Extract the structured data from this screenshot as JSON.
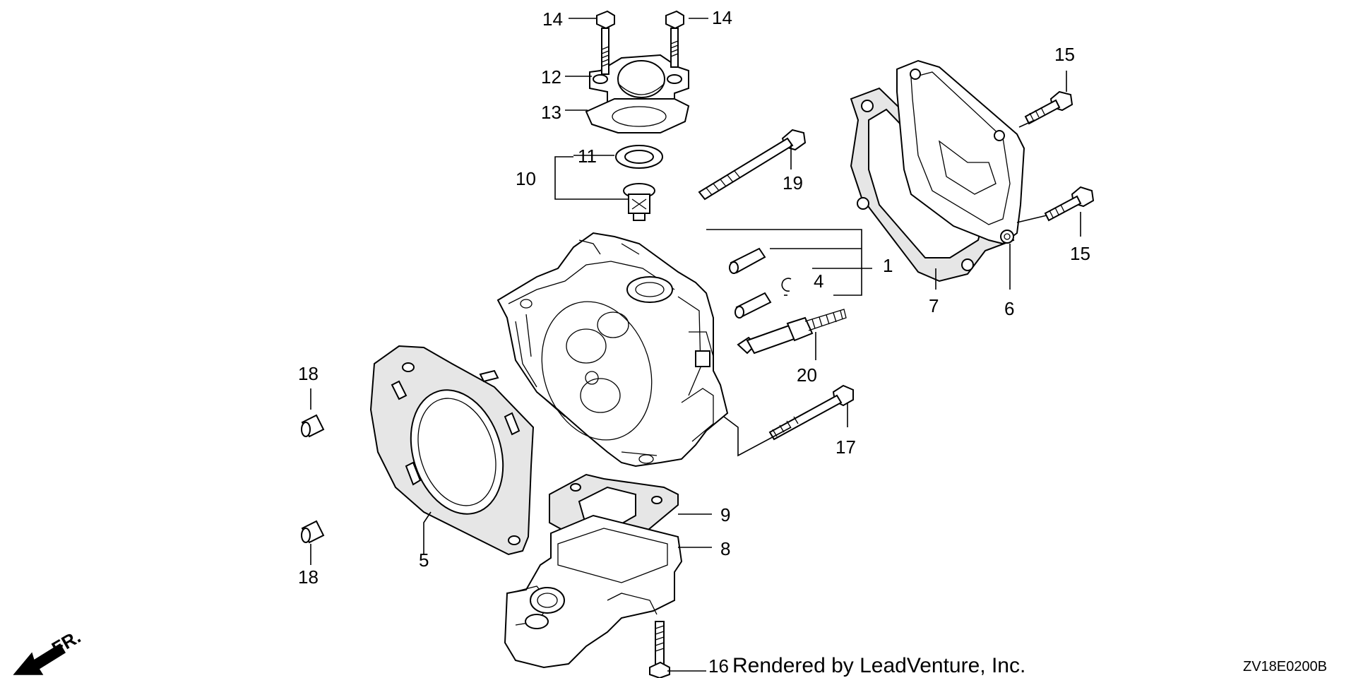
{
  "callouts": {
    "c1": "1",
    "c4": "4",
    "c5": "5",
    "c6": "6",
    "c7": "7",
    "c8": "8",
    "c9": "9",
    "c10": "10",
    "c11": "11",
    "c12": "12",
    "c13": "13",
    "c14a": "14",
    "c14b": "14",
    "c15a": "15",
    "c15b": "15",
    "c16": "16",
    "c17": "17",
    "c18a": "18",
    "c18b": "18",
    "c19": "19",
    "c20": "20"
  },
  "credit": "Rendered by LeadVenture, Inc.",
  "diagram_code": "ZV18E0200B",
  "front_marker": "FR."
}
